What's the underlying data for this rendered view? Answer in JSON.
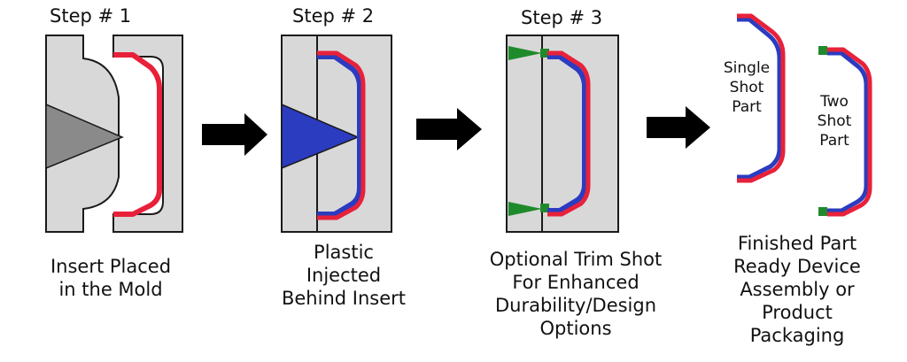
{
  "colors": {
    "mold": "#d8d8d8",
    "outline": "#1a1a1a",
    "insert": "#e8213a",
    "plastic": "#2b3cc0",
    "trim": "#1f8a2c",
    "injector_empty": "#8a8a8a",
    "arrow": "#000000"
  },
  "steps": [
    {
      "title": "Step # 1",
      "caption": [
        "Insert Placed",
        "in the Mold"
      ]
    },
    {
      "title": "Step # 2",
      "caption": [
        "Plastic",
        "Injected",
        "Behind Insert"
      ]
    },
    {
      "title": "Step # 3",
      "caption": [
        "Optional Trim Shot",
        "For Enhanced",
        "Durability/Design",
        "Options"
      ]
    }
  ],
  "finished": {
    "caption": [
      "Finished Part",
      "Ready Device",
      "Assembly or",
      "Product",
      "Packaging"
    ],
    "single_label": [
      "Single",
      "Shot",
      "Part"
    ],
    "two_label": [
      "Two",
      "Shot",
      "Part"
    ]
  }
}
